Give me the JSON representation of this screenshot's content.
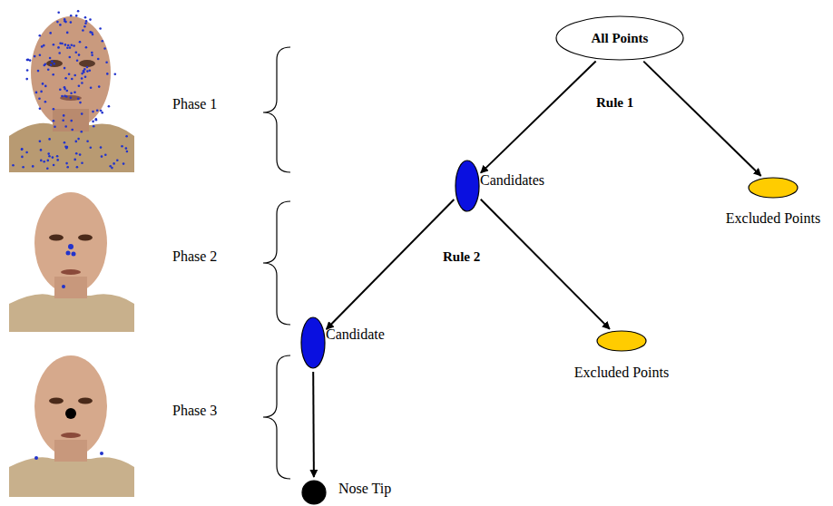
{
  "diagram": {
    "nodes": [
      {
        "text": [
          "All Points"
        ]
      },
      {
        "text": [
          "Candidates"
        ]
      },
      {
        "text": [
          "Excluded Points"
        ]
      },
      {
        "text": [
          "Candidate"
        ]
      },
      {
        "text": [
          "Excluded Points"
        ]
      },
      {
        "text": [
          "Nose Tip"
        ]
      }
    ],
    "edges": [
      {
        "from": 0,
        "to": 1,
        "arrow": "to"
      },
      {
        "from": 0,
        "to": 2,
        "arrow": "to"
      },
      {
        "from": 1,
        "to": 3,
        "arrow": "to"
      },
      {
        "from": 1,
        "to": 4,
        "arrow": "to"
      },
      {
        "from": 3,
        "to": 5,
        "arrow": "to"
      }
    ],
    "labels": [
      "Phase 1",
      "Phase 2",
      "Phase 3",
      "Rule 1",
      "Rule 2"
    ]
  }
}
